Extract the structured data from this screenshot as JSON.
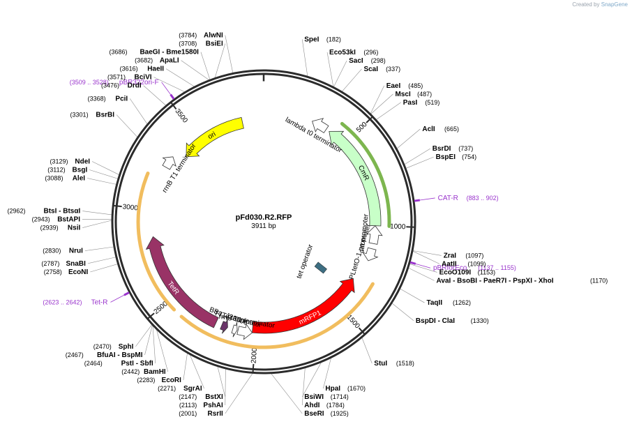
{
  "watermark": {
    "prefix": "Created by",
    "brand": "SnapGene"
  },
  "plasmid": {
    "name": "pFd030.R2.RFP",
    "size": "3911 bp",
    "length": 3911
  },
  "ticks": [
    "500",
    "1000",
    "1500",
    "2000",
    "2500",
    "3000",
    "3500"
  ],
  "features": [
    {
      "name": "ori",
      "start": 3368,
      "end": 3780,
      "dir": "ccw",
      "color": "#ffff00",
      "band": "inner",
      "label": "ori",
      "label_pos": "on"
    },
    {
      "name": "CmR",
      "start": 390,
      "end": 1000,
      "dir": "ccw",
      "color": "#c8ffc8",
      "band": "inner",
      "label": "CmR",
      "label_pos": "on"
    },
    {
      "name": "cat promoter",
      "start": 1000,
      "end": 1100,
      "dir": "ccw",
      "color": "#ffffff",
      "band": "inner",
      "label": "cat promoter",
      "label_pos": "in"
    },
    {
      "name": "lambda t0 terminator",
      "start": 280,
      "end": 370,
      "dir": "ccw",
      "color": "#ffffff",
      "band": "inner",
      "label": "lambda t0 terminator",
      "label_pos": "in"
    },
    {
      "name": "PLtetO-1 promoter",
      "start": 1130,
      "end": 1200,
      "dir": "cw",
      "color": "#ffffff",
      "band": "inner",
      "label": "PLtetO-1 promoter",
      "label_pos": "in"
    },
    {
      "name": "mRFP1",
      "start": 1330,
      "end": 2020,
      "dir": "ccw",
      "color": "#ff0000",
      "band": "mid",
      "label": "mRFP1",
      "label_pos": "on"
    },
    {
      "name": "rrnB T1 terminator (1)",
      "start": 2020,
      "end": 2100,
      "dir": "ccw",
      "color": "#ffffff",
      "band": "mid",
      "label": "rrnB T1 terminator",
      "label_pos": "in"
    },
    {
      "name": "T7Te terminator",
      "start": 2105,
      "end": 2130,
      "dir": "ccw",
      "color": "#ffffff",
      "band": "mid",
      "label": "T7Te terminator",
      "label_pos": "in"
    },
    {
      "name": "BBa_J23106",
      "start": 2160,
      "end": 2195,
      "dir": "ccw",
      "color": "#6a3468",
      "band": "mid",
      "label": "BBa_J23106",
      "label_pos": "in"
    },
    {
      "name": "TetR",
      "start": 2230,
      "end": 2850,
      "dir": "cw",
      "color": "#993366",
      "band": "mid",
      "label": "TetR",
      "label_pos": "on"
    },
    {
      "name": "rrnB T1 terminator (2)",
      "start": 3250,
      "end": 3320,
      "dir": "cw",
      "color": "#ffffff",
      "band": "mid",
      "label": "rrnB T1 terminator",
      "label_pos": "in"
    },
    {
      "name": "tet operator",
      "start": 1400,
      "end": 1425,
      "dir": "none",
      "color": "#3d6e82",
      "band": "center",
      "label": "tet operator",
      "label_pos": "in"
    }
  ],
  "highlights": [
    {
      "start": 420,
      "end": 1000,
      "color": "#6fae3c"
    },
    {
      "start": 1300,
      "end": 2400,
      "color": "#f0b64d"
    },
    {
      "start": 2450,
      "end": 3180,
      "color": "#f0b64d"
    }
  ],
  "primers": [
    {
      "name": "CAT-R",
      "range": "(883 .. 902)",
      "pos": 892
    },
    {
      "name": "pBRforEco",
      "range": "(1137 .. 1155)",
      "pos": 1146
    },
    {
      "name": "Tet-R",
      "range": "(2623 .. 2642)",
      "pos": 2632
    },
    {
      "name": "pBR322ori-F",
      "range": "(3509 .. 3528)",
      "pos": 3518
    }
  ],
  "sites": [
    {
      "text": "AlwNI",
      "num": "(3784)",
      "pos": 3784
    },
    {
      "text": "BsiEI",
      "num": "(3708)",
      "pos": 3708
    },
    {
      "text": "BaeGI - Bme1580I",
      "num": "(3686)",
      "pos": 3686
    },
    {
      "text": "ApaLI",
      "num": "(3682)",
      "pos": 3682
    },
    {
      "text": "HaeII",
      "num": "(3616)",
      "pos": 3616
    },
    {
      "text": "BciVI",
      "num": "(3571)",
      "pos": 3571
    },
    {
      "text": "DrdI",
      "num": "(3476)",
      "pos": 3476
    },
    {
      "text": "PciI",
      "num": "(3368)",
      "pos": 3368
    },
    {
      "text": "BsrBI",
      "num": "(3301)",
      "pos": 3301
    },
    {
      "text": "NdeI",
      "num": "(3129)",
      "pos": 3129
    },
    {
      "text": "BsgI",
      "num": "(3112)",
      "pos": 3112
    },
    {
      "text": "AleI",
      "num": "(3088)",
      "pos": 3088
    },
    {
      "text": "BtsI - BtsαI",
      "num": "(2962)",
      "pos": 2962
    },
    {
      "text": "BstAPI",
      "num": "(2943)",
      "pos": 2943
    },
    {
      "text": "NsiI",
      "num": "(2939)",
      "pos": 2939
    },
    {
      "text": "NruI",
      "num": "(2830)",
      "pos": 2830
    },
    {
      "text": "SnaBI",
      "num": "(2787)",
      "pos": 2787
    },
    {
      "text": "EcoNI",
      "num": "(2758)",
      "pos": 2758
    },
    {
      "text": "SphI",
      "num": "(2470)",
      "pos": 2470
    },
    {
      "text": "BfuAI - BspMI",
      "num": "(2467)",
      "pos": 2467
    },
    {
      "text": "PstI - SbfI",
      "num": "(2464)",
      "pos": 2464
    },
    {
      "text": "BamHI",
      "num": "(2442)",
      "pos": 2442
    },
    {
      "text": "EcoRI",
      "num": "(2283)",
      "pos": 2283
    },
    {
      "text": "SgrAI",
      "num": "(2271)",
      "pos": 2271
    },
    {
      "text": "BstXI",
      "num": "(2147)",
      "pos": 2147
    },
    {
      "text": "PshAI",
      "num": "(2113)",
      "pos": 2113
    },
    {
      "text": "RsrII",
      "num": "(2001)",
      "pos": 2001
    },
    {
      "text": "BseRI",
      "num": "(1925)",
      "pos": 1925
    },
    {
      "text": "AhdI",
      "num": "(1784)",
      "pos": 1784
    },
    {
      "text": "BsiWI",
      "num": "(1714)",
      "pos": 1714
    },
    {
      "text": "HpaI",
      "num": "(1670)",
      "pos": 1670
    },
    {
      "text": "StuI",
      "num": "(1518)",
      "pos": 1518
    },
    {
      "text": "BspDI - ClaI",
      "num": "(1330)",
      "pos": 1330
    },
    {
      "text": "TaqII",
      "num": "(1262)",
      "pos": 1262
    },
    {
      "text": "AvaI - BsoBI - PaeR7I - PspXI - XhoI",
      "num": "(1170)",
      "pos": 1170
    },
    {
      "text": "EcoO109I",
      "num": "(1153)",
      "pos": 1153
    },
    {
      "text": "AatII",
      "num": "(1099)",
      "pos": 1099
    },
    {
      "text": "ZraI",
      "num": "(1097)",
      "pos": 1097
    },
    {
      "text": "BspEI",
      "num": "(754)",
      "pos": 754
    },
    {
      "text": "BsrDI",
      "num": "(737)",
      "pos": 737
    },
    {
      "text": "AclI",
      "num": "(665)",
      "pos": 665
    },
    {
      "text": "PasI",
      "num": "(519)",
      "pos": 519
    },
    {
      "text": "MscI",
      "num": "(487)",
      "pos": 487
    },
    {
      "text": "EaeI",
      "num": "(485)",
      "pos": 485
    },
    {
      "text": "ScaI",
      "num": "(337)",
      "pos": 337
    },
    {
      "text": "SacI",
      "num": "(298)",
      "pos": 298
    },
    {
      "text": "Eco53kI",
      "num": "(296)",
      "pos": 296
    },
    {
      "text": "SpeI",
      "num": "(182)",
      "pos": 182
    }
  ]
}
